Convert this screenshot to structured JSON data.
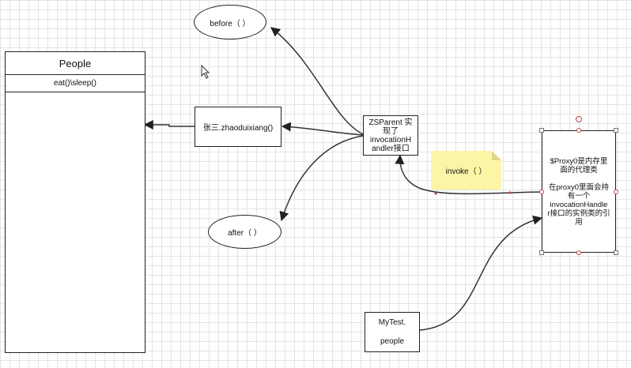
{
  "people_class": {
    "title": "People",
    "methods": "eat()\\sleep()"
  },
  "before": "before（ ）",
  "after": "after（ ）",
  "zhangsan": "张三.zhaoduixiang()",
  "zsparent": [
    "ZSParent 实",
    "现了",
    "invocationH",
    "andler接口"
  ],
  "invoke_note": "invoke（ ）",
  "proxy_desc": [
    "$Proxy0是内存里",
    "面的代理类",
    "",
    "在proxy0里面会持",
    "有一个",
    "invocationHandle",
    "r接口的实例类的引",
    "用"
  ],
  "mytest": [
    "MyTest.",
    "",
    "people"
  ],
  "colors": {
    "note": "#fdf5a6",
    "line": "#333333",
    "handle": "#b04040"
  }
}
